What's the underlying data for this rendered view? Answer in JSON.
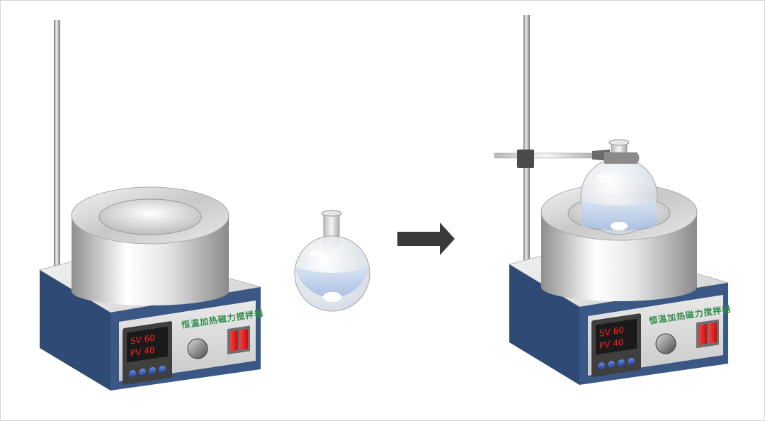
{
  "left_device": {
    "brand_label": "恒温加热磁力搅拌器",
    "display_line1": "SV 60",
    "display_line2": "PV 40"
  },
  "right_device": {
    "brand_label": "恒温加热磁力搅拌器",
    "display_line1": "SV 60",
    "display_line2": "PV 40"
  },
  "colors": {
    "base_panel": "#3a5785",
    "display_text": "#ff1f1f",
    "brand_text": "#2e8a4a",
    "switch": "#e81b1b",
    "arrow": "#3a3a3a",
    "liquid": "#b9cbe8"
  },
  "icons": {
    "arrow": "right-arrow-icon",
    "knob": "knob-icon",
    "buttons": "round-button-icon"
  }
}
